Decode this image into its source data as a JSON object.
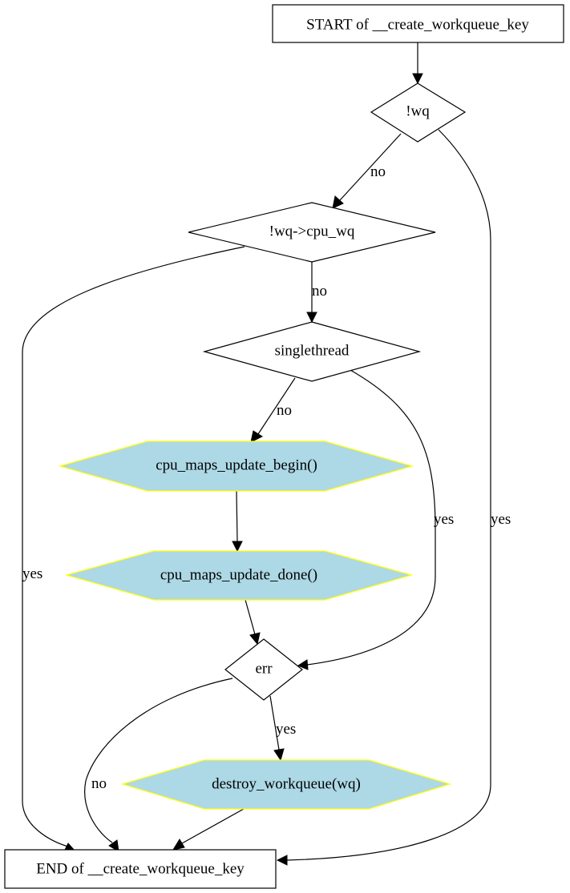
{
  "colors": {
    "process_fill": "#add8e6",
    "process_stroke": "#ffff00",
    "line": "#000000"
  },
  "nodes": {
    "start": "START of __create_workqueue_key",
    "wq_check": "!wq",
    "cpu_wq_check": "!wq->cpu_wq",
    "singlethread_check": "singlethread",
    "maps_begin": "cpu_maps_update_begin()",
    "maps_done": "cpu_maps_update_done()",
    "err_check": "err",
    "destroy": "destroy_workqueue(wq)",
    "end": "END of __create_workqueue_key"
  },
  "edges": {
    "wq_no": "no",
    "wq_yes": "yes",
    "cpu_wq_no": "no",
    "cpu_wq_yes": "yes",
    "singlethread_no": "no",
    "singlethread_yes": "yes",
    "err_yes": "yes",
    "err_no": "no"
  }
}
